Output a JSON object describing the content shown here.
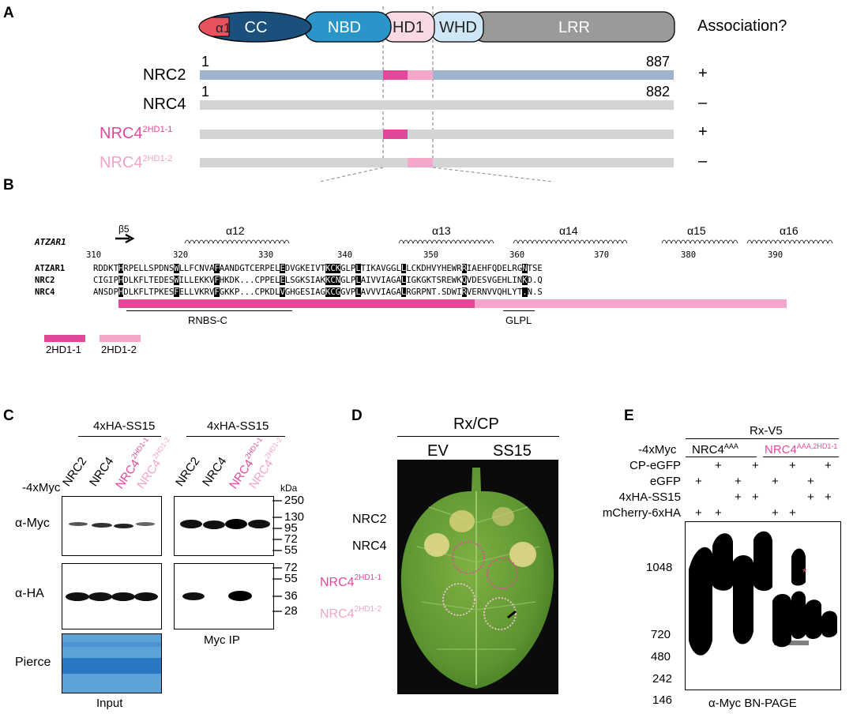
{
  "panels": [
    "A",
    "B",
    "C",
    "D",
    "E"
  ],
  "panelA": {
    "domains": [
      "α1",
      "CC",
      "NBD",
      "HD1",
      "WHD",
      "LRR"
    ],
    "association_header": "Association?",
    "rows": [
      {
        "name": "NRC2",
        "sup": "",
        "start": "1",
        "end": "887",
        "association": "+"
      },
      {
        "name": "NRC4",
        "sup": "",
        "start": "1",
        "end": "882",
        "association": "–"
      },
      {
        "name": "NRC4",
        "sup": "2HD1-1",
        "start": "",
        "end": "",
        "association": "+"
      },
      {
        "name": "NRC4",
        "sup": "2HD1-2",
        "start": "",
        "end": "",
        "association": "–"
      }
    ],
    "colors": {
      "alpha1": "#e8525f",
      "cc": "#1b4f7c",
      "nbd": "#2a95c9",
      "hd1": "#f9d9e6",
      "whd": "#cfe6f6",
      "lrr": "#9a9a9a",
      "nrc2_bar": "#9fb3cf",
      "nrc4_bar": "#d4d4d4",
      "hd1_1": "#e2489a",
      "hd1_2": "#f4a7cb"
    }
  },
  "panelB": {
    "structure_label": "ATZAR1",
    "beta_label": "β5",
    "helix_labels": [
      "α12",
      "α13",
      "α14",
      "α15",
      "α16"
    ],
    "numbers": [
      "310",
      "320",
      "330",
      "340",
      "350",
      "360",
      "370",
      "380",
      "390"
    ],
    "sequences": [
      {
        "name": "ATZAR1",
        "seq": "RDDKTHRPELLSPDNSWLLFCNVAFAANDGTCERPELEDVGKEIVTKCKGLPLTIKAVGGLLLCKDHVYHEWRRIAEHFQDELRGNTSE"
      },
      {
        "name": "NRC2",
        "seq": "CIGIPHDLKFLTEDESWILLEKKVFHKDK...CPPELELSGKSIAKKCNGLPLAIVVIAGALIGKGKTSREWKQVDESVGEHLINKD.Q"
      },
      {
        "name": "NRC4",
        "seq": "ANSDPHDLKFLTPKESFELLVKRVFGKKP...CPKDLVGHGESIAGKCGGVPLAVVVIAGALRGRPNT.SDWIRVERNVVQHLYT.N.S"
      }
    ],
    "motif_labels": [
      "RNBS-C",
      "GLPL"
    ],
    "legend": [
      "2HD1-1",
      "2HD1-2"
    ]
  },
  "panelC": {
    "header_left": "4xHA-SS15",
    "header_right": "4xHA-SS15",
    "row_tag": "-4xMyc",
    "lanes": [
      "NRC2",
      "NRC4",
      "NRC4",
      "NRC4"
    ],
    "lane_sups": [
      "",
      "",
      "2HD1-1",
      "2HD1-2"
    ],
    "kda_label": "kDa",
    "markers_top": [
      "250",
      "130",
      "95",
      "72",
      "55"
    ],
    "markers_bottom": [
      "72",
      "55",
      "36",
      "28"
    ],
    "blot_labels": [
      "α-Myc",
      "α-HA",
      "Pierce"
    ],
    "bottom_labels": [
      "Input",
      "Myc IP"
    ]
  },
  "panelD": {
    "title": "Rx/CP",
    "columns": [
      "EV",
      "SS15"
    ],
    "rows": [
      {
        "name": "NRC2",
        "sup": ""
      },
      {
        "name": "NRC4",
        "sup": ""
      },
      {
        "name": "NRC4",
        "sup": "2HD1-1"
      },
      {
        "name": "NRC4",
        "sup": "2HD1-2"
      }
    ]
  },
  "panelE": {
    "title": "Rx-V5",
    "row_tag": "-4xMyc",
    "groups": [
      {
        "name": "NRC4",
        "sup": "AAA"
      },
      {
        "name": "NRC4",
        "sup": "AAA,2HD1-1"
      }
    ],
    "treatments": [
      "CP-eGFP",
      "eGFP",
      "4xHA-SS15",
      "mCherry-6xHA"
    ],
    "plus_matrix": [
      [
        false,
        true,
        false,
        true,
        false,
        true,
        false,
        true
      ],
      [
        true,
        false,
        true,
        false,
        true,
        false,
        true,
        false
      ],
      [
        false,
        false,
        true,
        true,
        false,
        false,
        true,
        true
      ],
      [
        true,
        true,
        false,
        false,
        true,
        true,
        false,
        false
      ]
    ],
    "plus": "+",
    "markers": [
      "1048",
      "720",
      "480",
      "242",
      "146"
    ],
    "asterisk": "*",
    "footer": "α-Myc BN-PAGE"
  }
}
